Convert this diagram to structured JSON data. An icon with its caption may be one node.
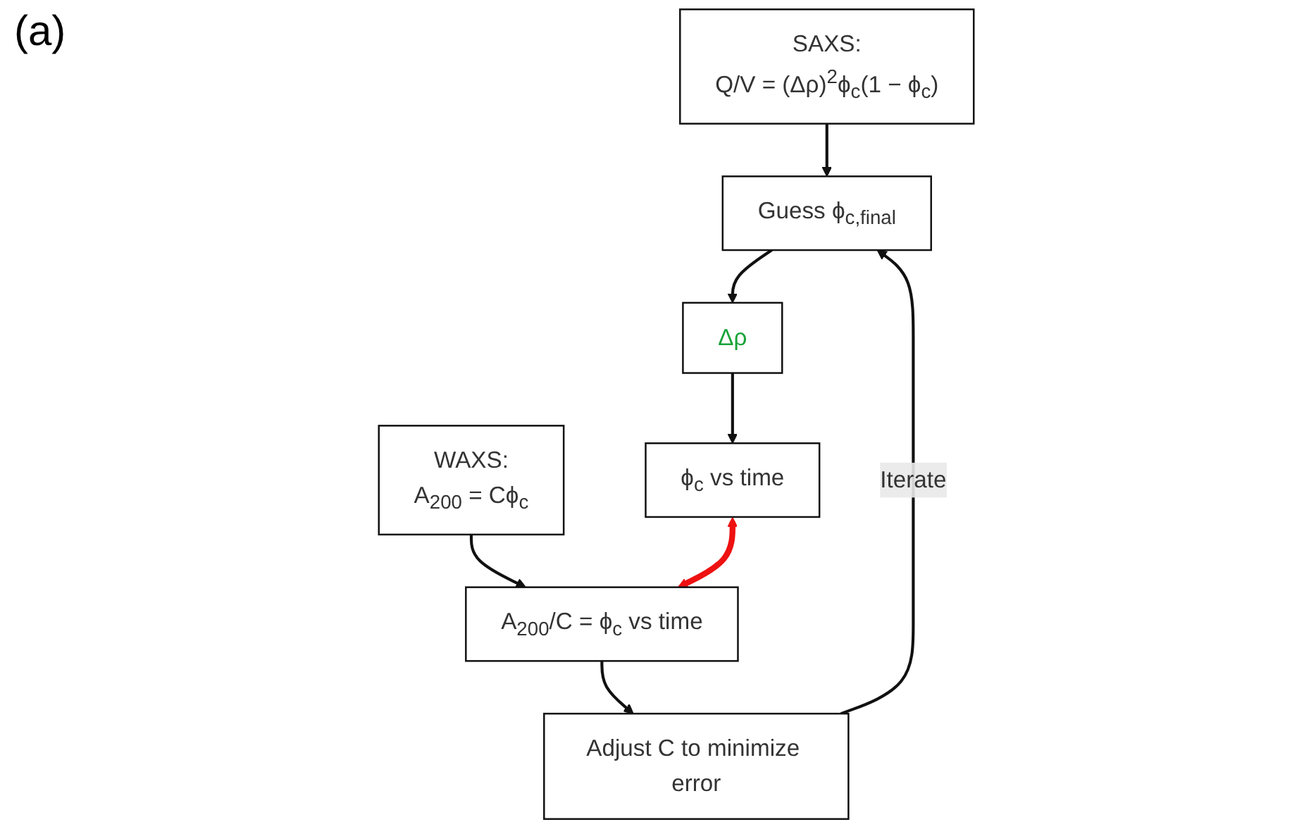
{
  "diagram": {
    "nodes": [
      {
        "text": [
          "SAXS:",
          "Q/V = (Δρ)$^{2}$ϕ$_{c}$(1 − ϕ$_{c}$)"
        ]
      },
      {
        "text": [
          "WAXS:",
          "A$_{200}$ = Cϕ$_{c}$"
        ]
      },
      {
        "text": [
          "Guess ϕ$_{c,final}$"
        ]
      },
      {
        "text": [
          "Δρ"
        ]
      },
      {
        "text": [
          "ϕ$_{c}$ vs time"
        ]
      },
      {
        "text": [
          "A$_{200}$/C = ϕ$_{c}$ vs time"
        ]
      },
      {
        "text": [
          "Adjust C to minimize error"
        ]
      }
    ],
    "edges": [
      {
        "from": 0,
        "to": 2,
        "arrow": "to"
      },
      {
        "from": 2,
        "to": 3,
        "arrow": "to"
      },
      {
        "from": 3,
        "to": 4,
        "arrow": "to"
      },
      {
        "from": 1,
        "to": 5,
        "arrow": "to"
      },
      {
        "from": 4,
        "to": 5,
        "arrow": "both",
        "style": "thick",
        "color": "#ee1111"
      },
      {
        "from": 5,
        "to": 6,
        "arrow": "to"
      },
      {
        "from": 6,
        "to": 2,
        "arrow": "to",
        "label": "Iterate"
      }
    ],
    "labels": [
      "(a)"
    ]
  }
}
